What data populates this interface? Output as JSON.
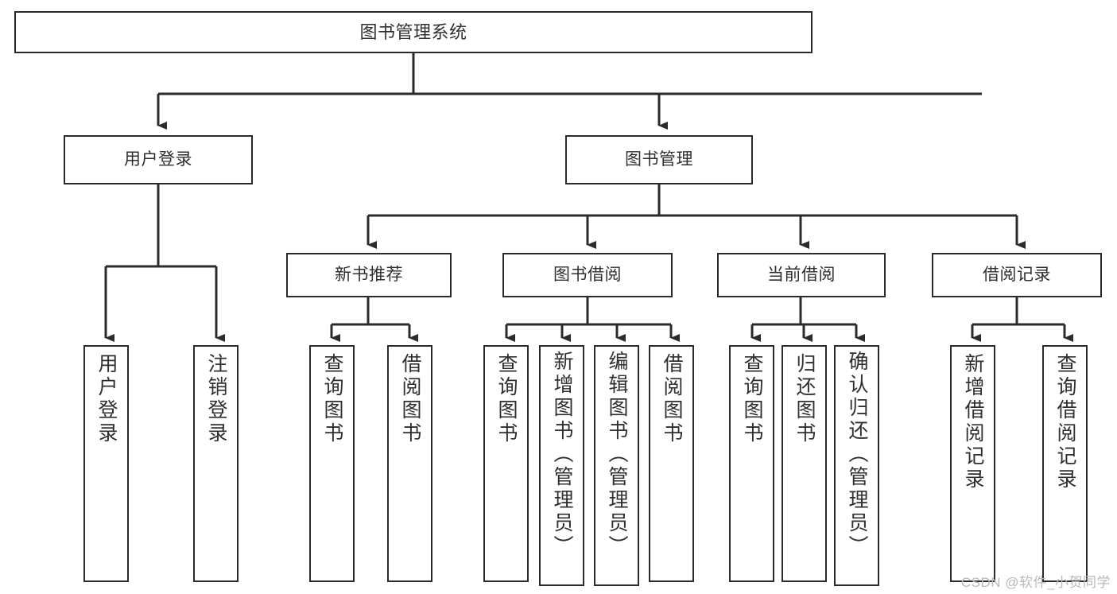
{
  "diagram": {
    "title": "图书管理系统",
    "root": {
      "label": "图书管理系统"
    },
    "level2": [
      {
        "label": "用户登录"
      },
      {
        "label": "图书管理"
      }
    ],
    "level3": [
      {
        "label": "新书推荐"
      },
      {
        "label": "图书借阅"
      },
      {
        "label": "当前借阅"
      },
      {
        "label": "借阅记录"
      }
    ],
    "leaves": {
      "user_login": [
        {
          "label": "用户登录"
        },
        {
          "label": "注销登录"
        }
      ],
      "new_book_recommend": [
        {
          "label": "查询图书"
        },
        {
          "label": "借阅图书"
        }
      ],
      "book_borrow": [
        {
          "label": "查询图书"
        },
        {
          "label": "新增图书（管理员）"
        },
        {
          "label": "编辑图书（管理员）"
        },
        {
          "label": "借阅图书"
        }
      ],
      "current_borrow": [
        {
          "label": "查询图书"
        },
        {
          "label": "归还图书"
        },
        {
          "label": "确认归还（管理员）"
        }
      ],
      "borrow_record": [
        {
          "label": "新增借阅记录"
        },
        {
          "label": "查询借阅记录"
        }
      ]
    }
  },
  "watermark": {
    "text": "CSDN @软件_小贺同学"
  },
  "colors": {
    "stroke": "#2b2b2b",
    "text": "#2f2f2f",
    "background": "#ffffff",
    "watermark": "#b9b9b9"
  }
}
